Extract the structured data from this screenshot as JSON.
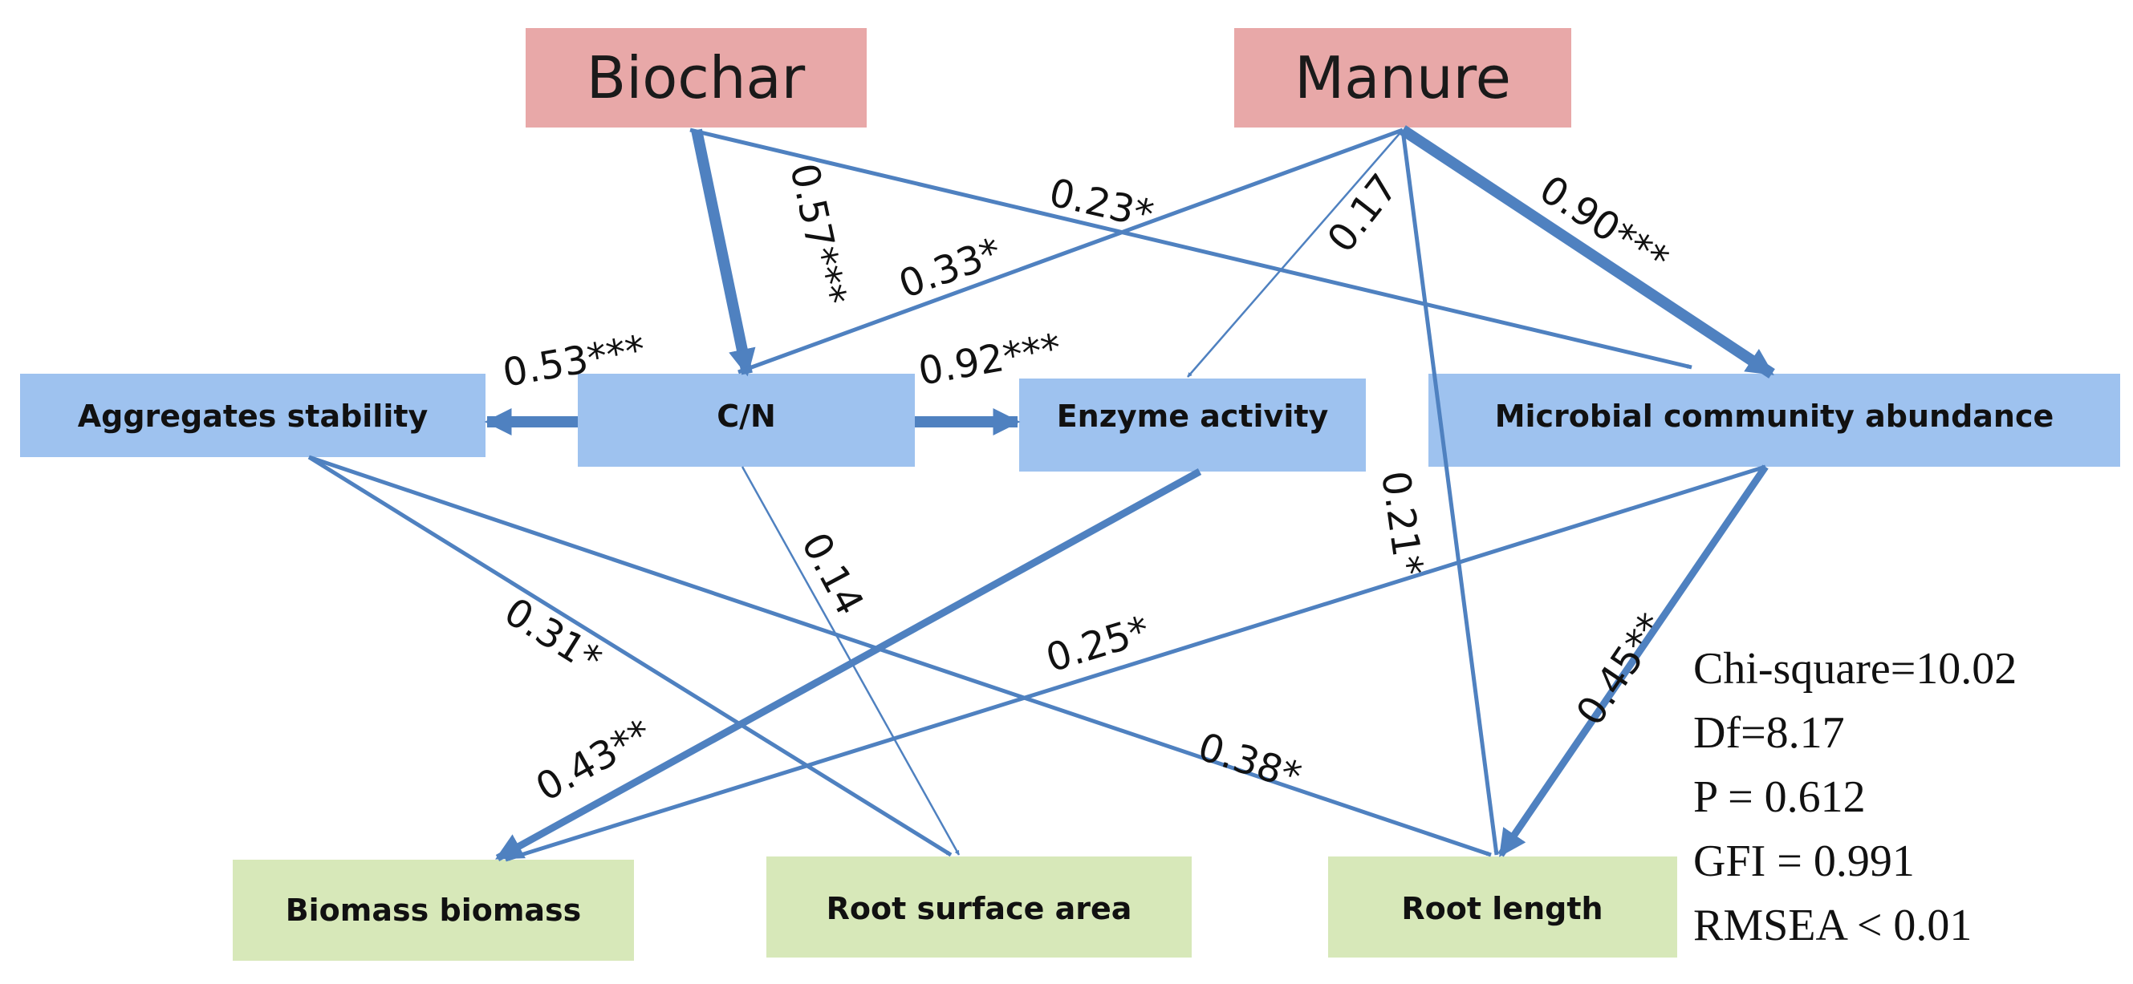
{
  "nodes": {
    "biochar": "Biochar",
    "manure": "Manure",
    "aggregates": "Aggregates stability",
    "cn": "C/N",
    "enzyme": "Enzyme activity",
    "microbial": "Microbial community abundance",
    "biomass": "Biomass biomass",
    "root_surface": "Root surface area",
    "root_length": "Root length"
  },
  "coefficients": {
    "biochar_cn": "0.57***",
    "biochar_microbial": "0.23*",
    "manure_cn": "0.33*",
    "manure_enzyme": "0.17",
    "manure_microbial": "0.90***",
    "manure_rootlength": "0.21*",
    "cn_aggregates": "0.53***",
    "cn_enzyme": "0.92***",
    "cn_rootsurface": "0.14",
    "aggregates_rootsurface": "0.31*",
    "aggregates_rootlength": "0.38*",
    "enzyme_biomass": "0.43**",
    "microbial_biomass": "0.25*",
    "microbial_rootlength": "0.45**"
  },
  "fit_stats": [
    "Chi-square=10.02",
    "Df=8.17",
    "P = 0.612",
    "GFI = 0.991",
    "RMSEA < 0.01"
  ],
  "colors": {
    "exogenous_box": "#e8a8a8",
    "mediator_box": "#9ec2ef",
    "outcome_box": "#d7e8b9",
    "arrow": "#4f81c0"
  }
}
